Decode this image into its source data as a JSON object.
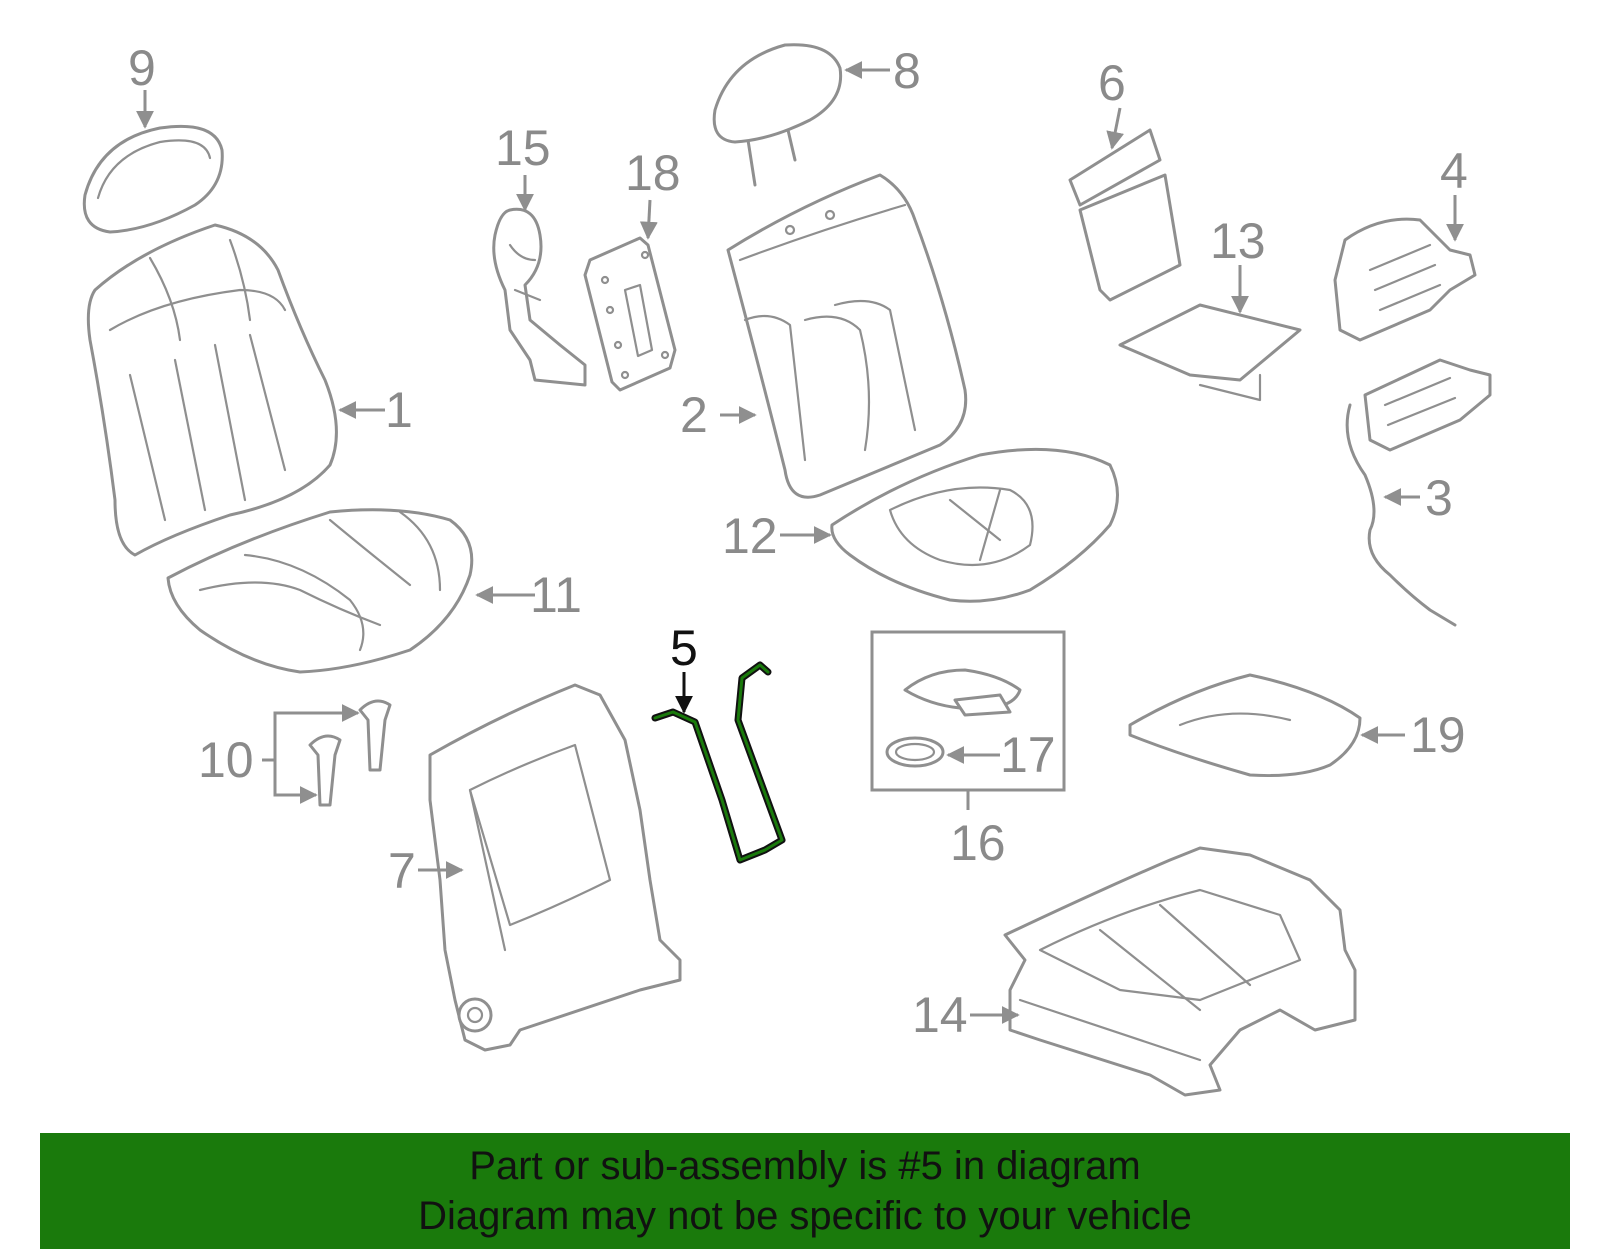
{
  "banner": {
    "line1": "Part or sub-assembly is #5 in diagram",
    "line2": "Diagram may not be specific to your vehicle",
    "color": "#1a7a0c"
  },
  "highlight_color": "#1a7a0c",
  "callouts": {
    "c1": "1",
    "c2": "2",
    "c3": "3",
    "c4": "4",
    "c5": "5",
    "c6": "6",
    "c7": "7",
    "c8": "8",
    "c9": "9",
    "c10": "10",
    "c11": "11",
    "c12": "12",
    "c13": "13",
    "c14": "14",
    "c15": "15",
    "c16": "16",
    "c17": "17",
    "c18": "18",
    "c19": "19"
  }
}
